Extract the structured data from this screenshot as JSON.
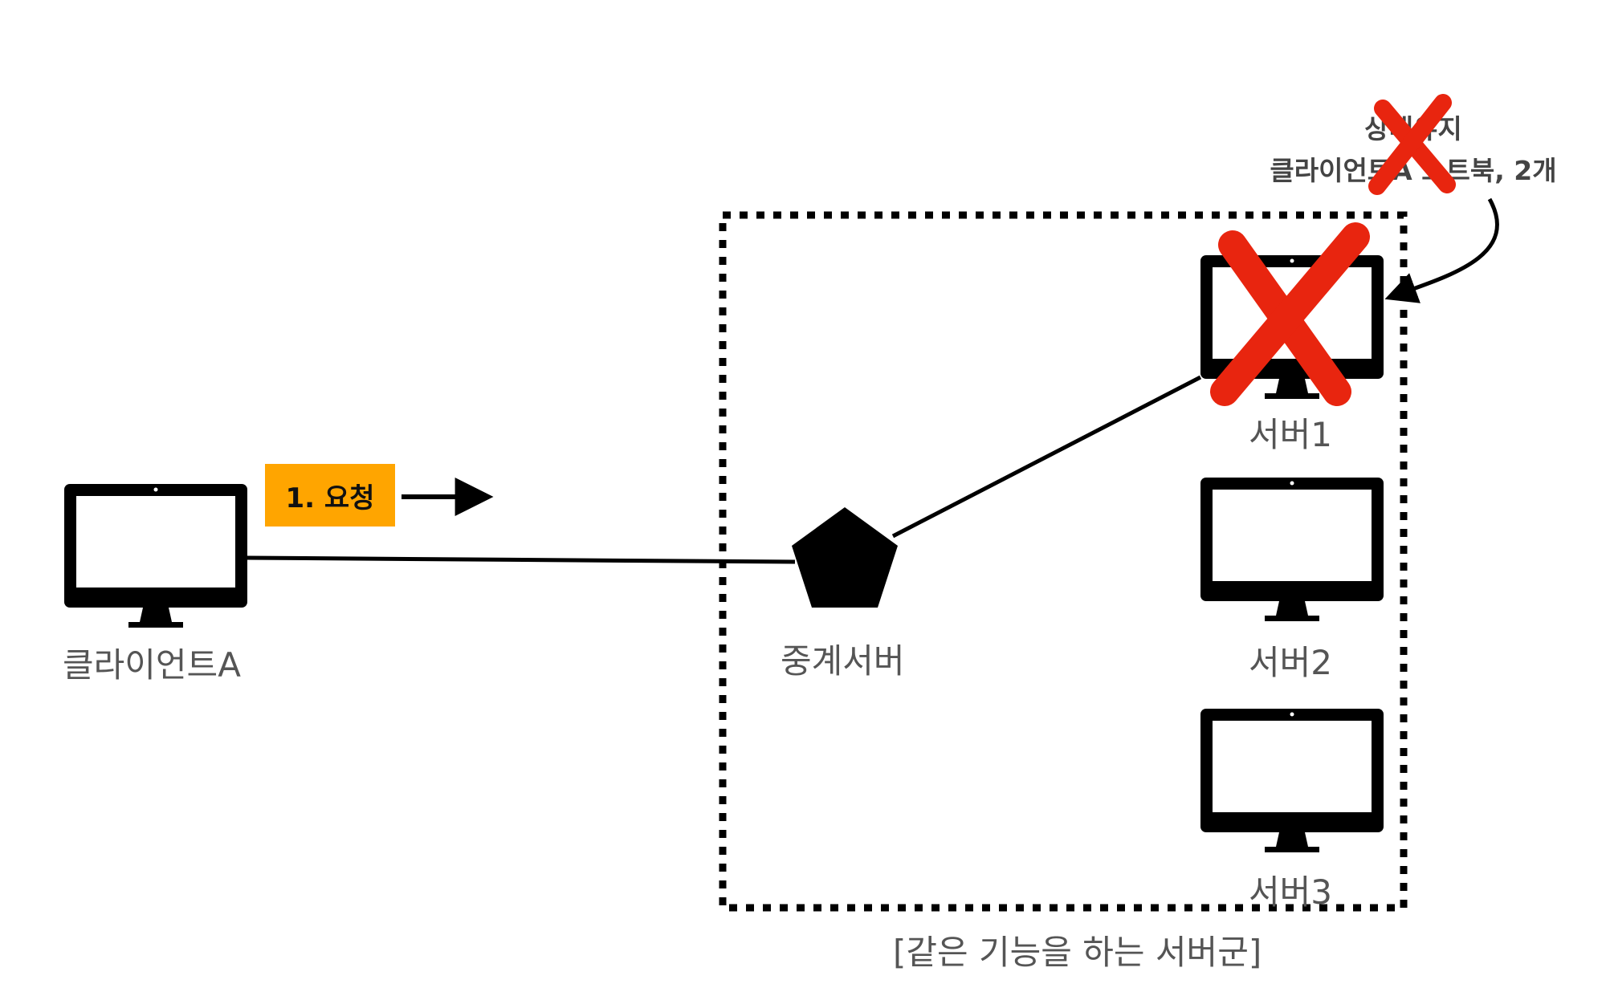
{
  "client": {
    "label": "클라이언트A"
  },
  "request_badge": {
    "label": "1. 요청"
  },
  "proxy": {
    "label": "중계서버"
  },
  "servers": [
    {
      "label": "서버1",
      "failed": true
    },
    {
      "label": "서버2",
      "failed": false
    },
    {
      "label": "서버3",
      "failed": false
    }
  ],
  "group": {
    "caption": "[같은 기능을 하는 서버군]"
  },
  "note": {
    "line1": "상태유지",
    "line2": "클라이언트A 노트북, 2개",
    "crossed_out": true
  },
  "colors": {
    "badge": "#FFA500",
    "cross": "#E8250F",
    "stroke": "#000000",
    "text": "#555555"
  },
  "icons": [
    "monitor-icon",
    "pentagon-icon",
    "cross-icon",
    "arrow-icon"
  ]
}
